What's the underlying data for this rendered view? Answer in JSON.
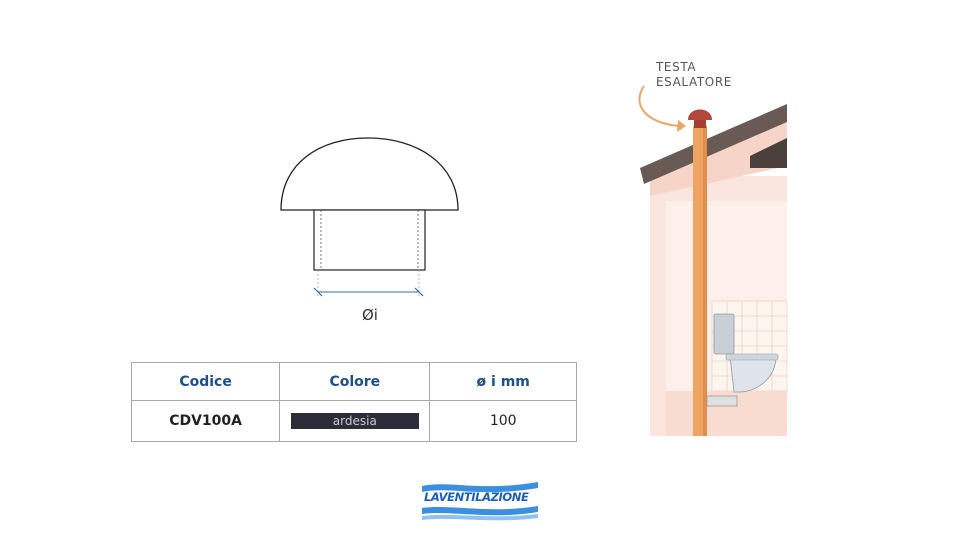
{
  "drawing": {
    "diameter_label": "Øi"
  },
  "table": {
    "headers": [
      "Codice",
      "Colore",
      "ø i mm"
    ],
    "row": {
      "codice": "CDV100A",
      "colore": "ardesia",
      "diametro": "100"
    },
    "colors": {
      "header_text": "#1f4e8c",
      "swatch": "#2b2d38"
    }
  },
  "illustration": {
    "callout_line1": "TESTA",
    "callout_line2": "ESALATORE"
  },
  "logo": {
    "text": "LAVENTILAZIONE",
    "color": "#1b5fc0"
  }
}
